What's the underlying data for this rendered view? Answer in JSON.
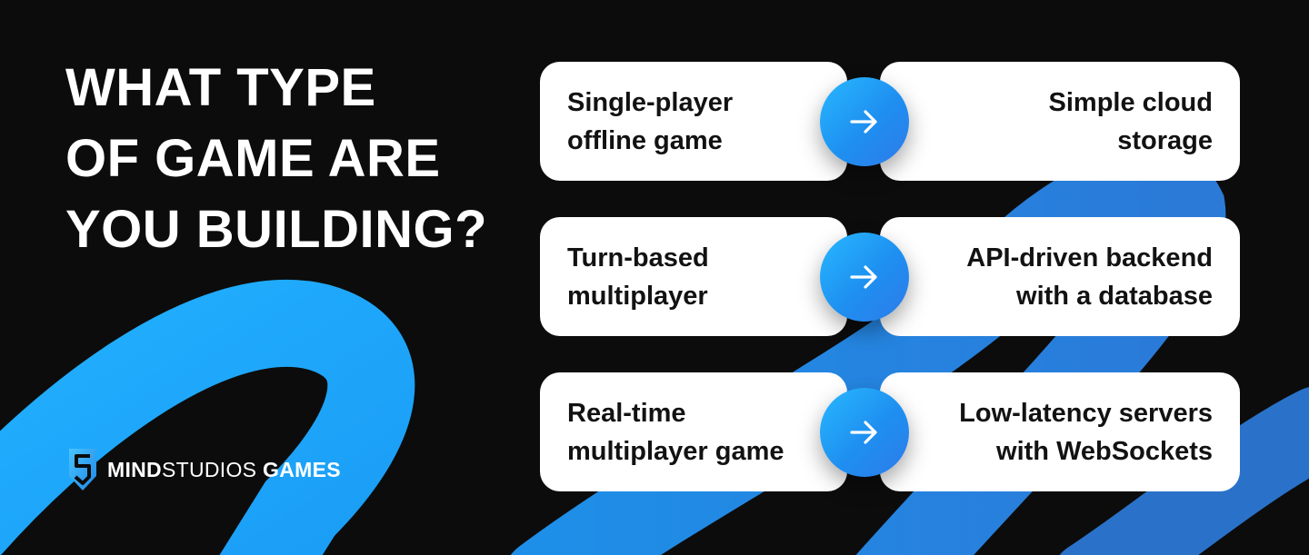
{
  "headline": {
    "line1": "WHAT TYPE",
    "line2": "OF GAME ARE",
    "line3": "YOU BUILDING?"
  },
  "rows": [
    {
      "game_line1": "Single-player",
      "game_line2": "offline game",
      "backend_line1": "Simple cloud",
      "backend_line2": "storage"
    },
    {
      "game_line1": "Turn-based",
      "game_line2": "multiplayer",
      "backend_line1": "API-driven backend",
      "backend_line2": "with a database"
    },
    {
      "game_line1": "Real-time",
      "game_line2": "multiplayer game",
      "backend_line1": "Low-latency servers",
      "backend_line2": "with WebSockets"
    }
  ],
  "icons": {
    "arrow": "arrow-right-icon",
    "logo": "mindstudios-shield-logo-icon"
  },
  "brand": {
    "part1": "MIND",
    "part2": "STUDIOS",
    "part3": "GAMES"
  },
  "colors": {
    "background": "#0c0c0c",
    "accent": "#1fa8ff",
    "card": "#ffffff",
    "text_dark": "#121212"
  }
}
